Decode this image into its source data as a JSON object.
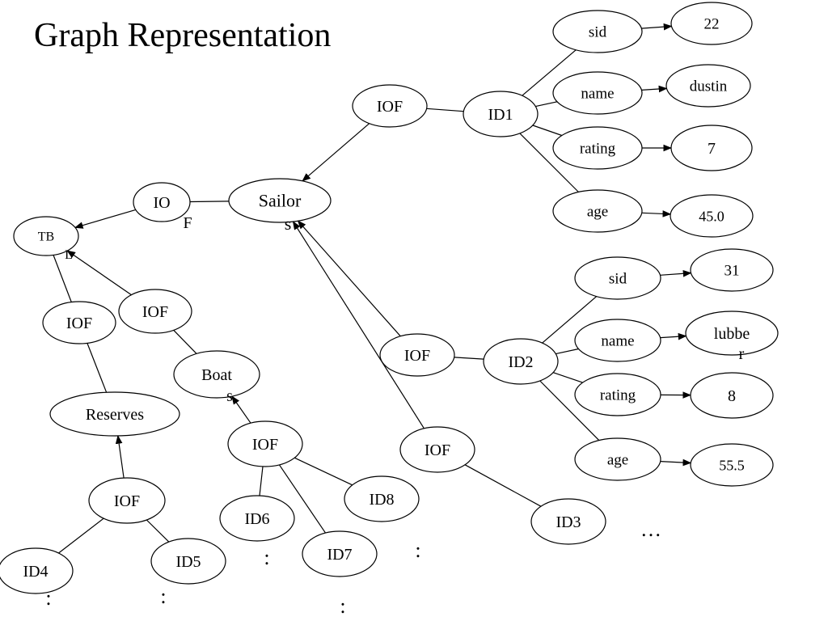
{
  "title": "Graph Representation",
  "nodes": [
    {
      "id": "tbl",
      "text": "TB",
      "wrap": "L"
    },
    {
      "id": "iof_tbl_sailors",
      "text": "IO",
      "wrap": "F"
    },
    {
      "id": "sailors",
      "text": "Sailor",
      "wrap": "s"
    },
    {
      "id": "iof_top",
      "text": "IOF"
    },
    {
      "id": "id1",
      "text": "ID1"
    },
    {
      "id": "sid1",
      "text": "sid"
    },
    {
      "id": "name1",
      "text": "name"
    },
    {
      "id": "rating1",
      "text": "rating"
    },
    {
      "id": "age1",
      "text": "age"
    },
    {
      "id": "v22",
      "text": "22"
    },
    {
      "id": "vdustin",
      "text": "dustin"
    },
    {
      "id": "v7",
      "text": "7"
    },
    {
      "id": "v45",
      "text": "45.0"
    },
    {
      "id": "iof_id2",
      "text": "IOF"
    },
    {
      "id": "id2",
      "text": "ID2"
    },
    {
      "id": "sid2",
      "text": "sid"
    },
    {
      "id": "name2",
      "text": "name"
    },
    {
      "id": "rating2",
      "text": "rating"
    },
    {
      "id": "age2",
      "text": "age"
    },
    {
      "id": "v31",
      "text": "31"
    },
    {
      "id": "vlubber",
      "text": "lubbe",
      "wrap": "r"
    },
    {
      "id": "v8",
      "text": "8"
    },
    {
      "id": "v555",
      "text": "55.5"
    },
    {
      "id": "iof_id3",
      "text": "IOF"
    },
    {
      "id": "id3",
      "text": "ID3"
    },
    {
      "id": "iof_tbl_reserves",
      "text": "IOF"
    },
    {
      "id": "reserves",
      "text": "Reserves"
    },
    {
      "id": "iof_res",
      "text": "IOF"
    },
    {
      "id": "id4",
      "text": "ID4"
    },
    {
      "id": "id5",
      "text": "ID5"
    },
    {
      "id": "iof_tbl_boats",
      "text": "IOF"
    },
    {
      "id": "boats",
      "text": "Boat",
      "wrap": "s"
    },
    {
      "id": "iof_boats",
      "text": "IOF"
    },
    {
      "id": "id6",
      "text": "ID6"
    },
    {
      "id": "id7",
      "text": "ID7"
    },
    {
      "id": "id8",
      "text": "ID8"
    }
  ],
  "edges": [
    {
      "from": "iof_tbl_sailors",
      "to": "tbl",
      "arrow": true
    },
    {
      "from": "iof_tbl_sailors",
      "to": "sailors",
      "arrow": false
    },
    {
      "from": "iof_top",
      "to": "sailors",
      "arrow": true
    },
    {
      "from": "iof_top",
      "to": "id1",
      "arrow": false
    },
    {
      "from": "id1",
      "to": "sid1",
      "arrow": false
    },
    {
      "from": "id1",
      "to": "name1",
      "arrow": false
    },
    {
      "from": "id1",
      "to": "rating1",
      "arrow": false
    },
    {
      "from": "id1",
      "to": "age1",
      "arrow": false
    },
    {
      "from": "sid1",
      "to": "v22",
      "arrow": true
    },
    {
      "from": "name1",
      "to": "vdustin",
      "arrow": true
    },
    {
      "from": "rating1",
      "to": "v7",
      "arrow": true
    },
    {
      "from": "age1",
      "to": "v45",
      "arrow": true
    },
    {
      "from": "iof_id2",
      "to": "sailors",
      "arrow": true
    },
    {
      "from": "iof_id2",
      "to": "id2",
      "arrow": false
    },
    {
      "from": "id2",
      "to": "sid2",
      "arrow": false
    },
    {
      "from": "id2",
      "to": "name2",
      "arrow": false
    },
    {
      "from": "id2",
      "to": "rating2",
      "arrow": false
    },
    {
      "from": "id2",
      "to": "age2",
      "arrow": false
    },
    {
      "from": "sid2",
      "to": "v31",
      "arrow": true
    },
    {
      "from": "name2",
      "to": "vlubber",
      "arrow": true
    },
    {
      "from": "rating2",
      "to": "v8",
      "arrow": true
    },
    {
      "from": "age2",
      "to": "v555",
      "arrow": true
    },
    {
      "from": "iof_id3",
      "to": "sailors",
      "arrow": true
    },
    {
      "from": "iof_id3",
      "to": "id3",
      "arrow": false
    },
    {
      "from": "iof_tbl_reserves",
      "to": "tbl",
      "arrow": false
    },
    {
      "from": "iof_tbl_reserves",
      "to": "reserves",
      "arrow": false
    },
    {
      "from": "iof_res",
      "to": "reserves",
      "arrow": true
    },
    {
      "from": "iof_res",
      "to": "id4",
      "arrow": false
    },
    {
      "from": "iof_res",
      "to": "id5",
      "arrow": false
    },
    {
      "from": "iof_tbl_boats",
      "to": "tbl",
      "arrow": true
    },
    {
      "from": "iof_tbl_boats",
      "to": "boats",
      "arrow": false
    },
    {
      "from": "iof_boats",
      "to": "boats",
      "arrow": true
    },
    {
      "from": "iof_boats",
      "to": "id6",
      "arrow": false
    },
    {
      "from": "iof_boats",
      "to": "id7",
      "arrow": false
    },
    {
      "from": "iof_boats",
      "to": "id8",
      "arrow": false
    }
  ],
  "ellipses_text": [
    {
      "id": "dots_id3",
      "text": "…"
    },
    {
      "id": "colon_id4",
      "text": ":"
    },
    {
      "id": "colon_id5",
      "text": ":"
    },
    {
      "id": "colon_id6",
      "text": ":"
    },
    {
      "id": "colon_id7",
      "text": ":"
    },
    {
      "id": "colon_id8",
      "text": ":"
    }
  ]
}
